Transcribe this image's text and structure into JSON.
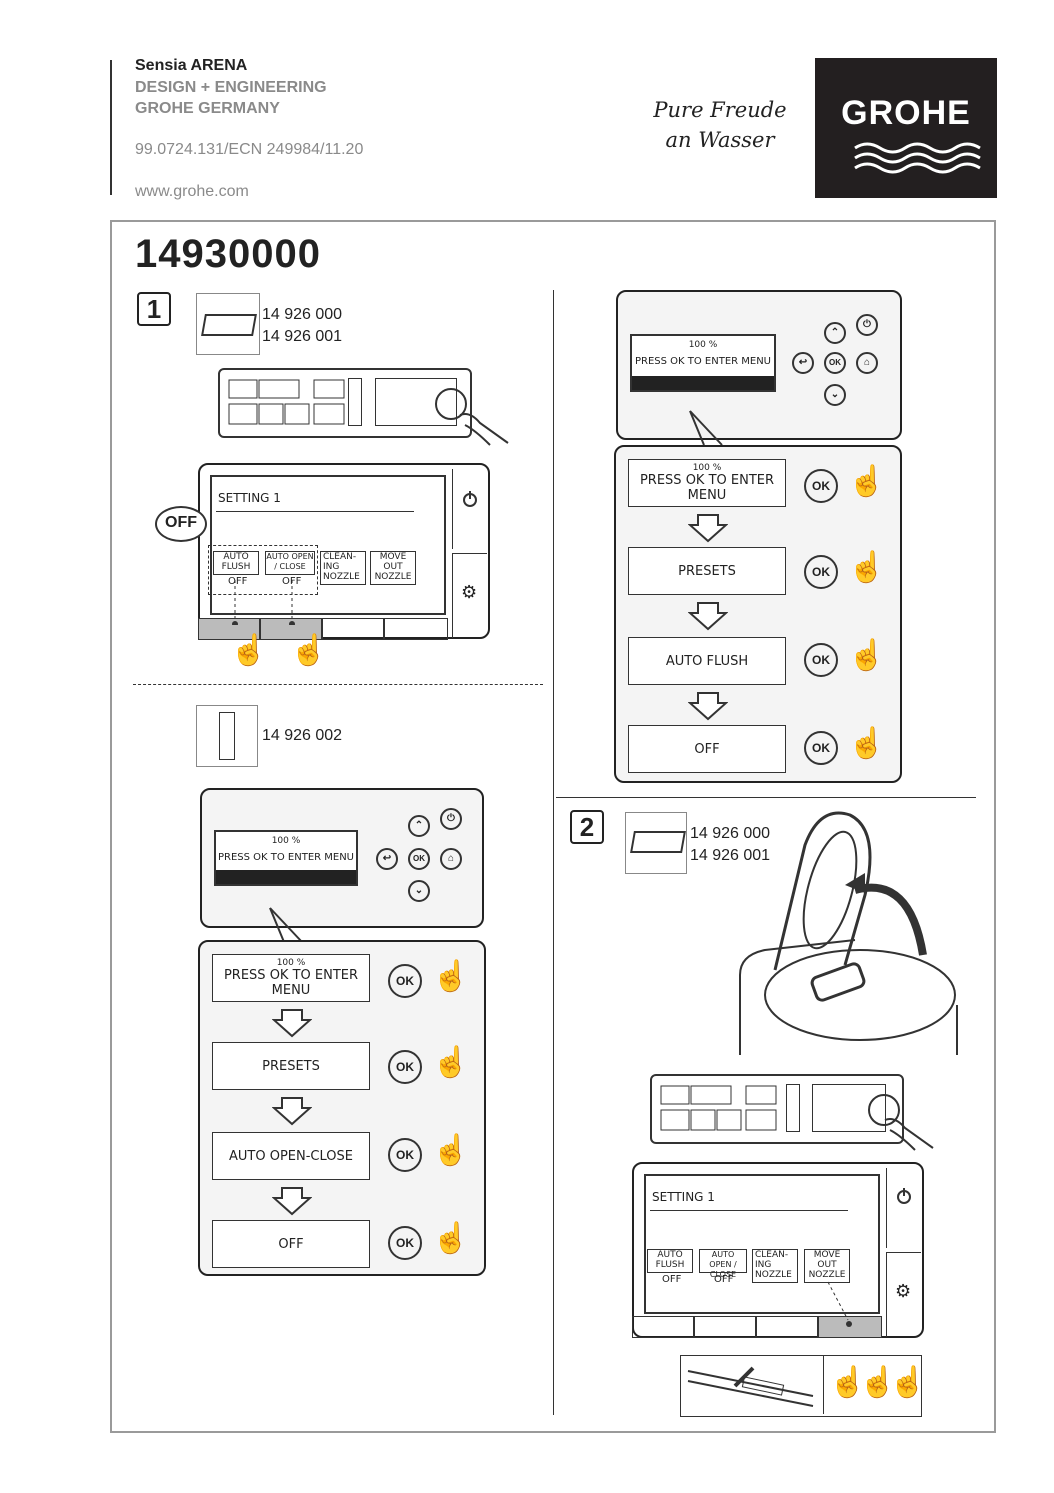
{
  "header": {
    "product": "Sensia ARENA",
    "line1": "DESIGN + ENGINEERING",
    "line2": "GROHE GERMANY",
    "doc_code": "99.0724.131/ECN 249984/11.20",
    "website": "www.grohe.com",
    "slogan_line1": "Pure Freude",
    "slogan_line2": "an Wasser",
    "brand": "GROHE"
  },
  "article": "14930000",
  "step1": {
    "number": "1",
    "codes": [
      "14 926 000",
      "14 926 001"
    ],
    "setting_title": "SETTING 1",
    "off_badge": "OFF",
    "buttons": [
      {
        "label": "AUTO FLUSH",
        "state": "OFF"
      },
      {
        "label": "AUTO OPEN / CLOSE",
        "state": "OFF"
      },
      {
        "label": "CLEAN- ING NOZZLE",
        "state": ""
      },
      {
        "label": "MOVE OUT NOZZLE",
        "state": ""
      }
    ],
    "remote_code": "14 926 002",
    "remote_screen": {
      "battery": "100 %",
      "text": "PRESS OK TO ENTER MENU"
    },
    "menu_steps": [
      {
        "text": "PRESS OK TO ENTER MENU",
        "battery": "100 %"
      },
      {
        "text": "PRESETS"
      },
      {
        "text": "AUTO OPEN-CLOSE"
      },
      {
        "text": "OFF"
      }
    ],
    "ok_label": "OK"
  },
  "right_top": {
    "remote_screen": {
      "battery": "100 %",
      "text": "PRESS OK TO ENTER MENU"
    },
    "menu_steps": [
      {
        "text": "PRESS OK TO ENTER MENU",
        "battery": "100 %"
      },
      {
        "text": "PRESETS"
      },
      {
        "text": "AUTO FLUSH"
      },
      {
        "text": "OFF"
      }
    ],
    "ok_label": "OK"
  },
  "step2": {
    "number": "2",
    "codes": [
      "14 926 000",
      "14 926 001"
    ],
    "setting_title": "SETTING 1",
    "buttons": [
      {
        "label": "AUTO FLUSH",
        "state": "OFF"
      },
      {
        "label": "AUTO OPEN / CLOSE",
        "state": "OFF"
      },
      {
        "label": "CLEAN- ING NOZZLE",
        "state": ""
      },
      {
        "label": "MOVE OUT NOZZLE",
        "state": ""
      }
    ]
  }
}
